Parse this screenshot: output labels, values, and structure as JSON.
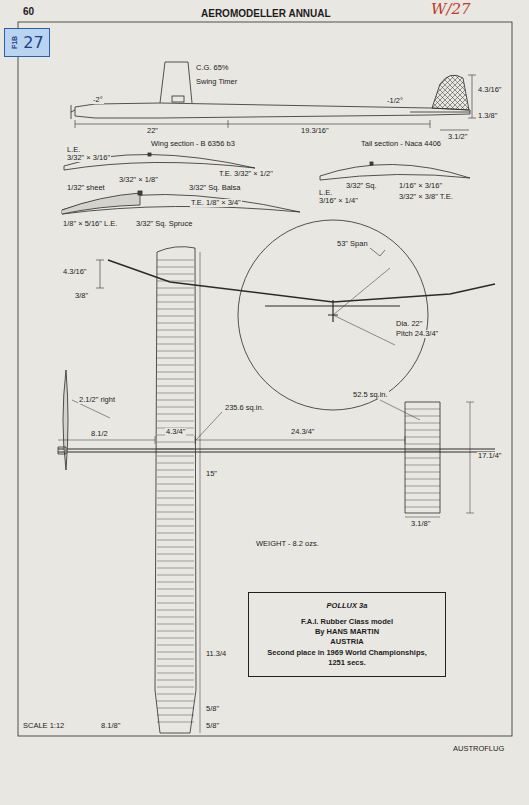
{
  "diagram": {
    "nodes": [
      {
        "text": [
          "F1B",
          "27"
        ]
      },
      {
        "text": [
          "POLLUX 3a",
          "F.A.I. Rubber Class model",
          "By HANS MARTIN",
          "AUSTRIA",
          "Second place in 1969 World Championships, 1251 secs."
        ]
      }
    ],
    "edges": [],
    "labels": [
      "60",
      "AEROMODELLER ANNUAL",
      "W/27",
      "C.G. 65%",
      "Swing Timer",
      "-2°",
      "-1/2°",
      "4.3/16\"",
      "1.3/8\"",
      "3.1/2\"",
      "22\"",
      "19.3/16\"",
      "Wing section - B 6356 b3",
      "Tail section - Naca 4406",
      "L.E.",
      "3/32\" × 3/16\"",
      "3/32\" × 1/8\"",
      "T.E. 3/32\" × 1/2\"",
      "1/32\" sheet",
      "3/32\" Sq. Balsa",
      "T.E. 1/8\" × 3/4\"",
      "1/8\" × 5/16\" L.E.",
      "3/32\" Sq. Spruce",
      "3/32\" Sq.",
      "1/16\" × 3/16\"",
      "L.E.",
      "3/16\" × 1/4\"",
      "3/32\" × 3/8\" T.E.",
      "53\" Span",
      "4.3/16\"",
      "3/8\"",
      "Dia. 22\"",
      "Pitch 24.3/4\"",
      "2.1/2\" right",
      "8.1/2",
      "4.3/4\"",
      "24.3/4\"",
      "17.1/4\"",
      "235.6 sq.in.",
      "52.5 sq.in.",
      "WEIGHT - 8.2 ozs.",
      "3.1/8\"",
      "15\"",
      "11.3/4",
      "5/8\"",
      "8.1/8\"",
      "5/8\"",
      "SCALE 1:12",
      "AUSTROFLUG"
    ]
  }
}
